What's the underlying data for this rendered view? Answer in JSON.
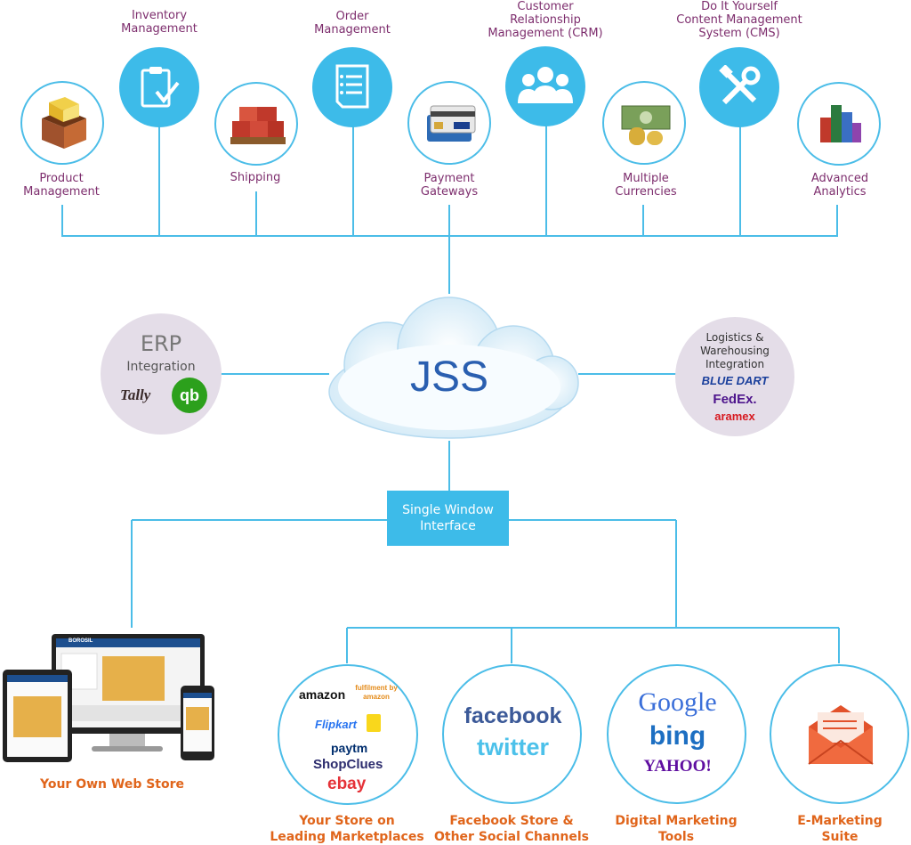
{
  "top_items": [
    {
      "id": "product",
      "lines": [
        "Product",
        "Management"
      ],
      "icon": "open-box-icon"
    },
    {
      "id": "inventory",
      "lines": [
        "Inventory",
        "Management"
      ],
      "icon": "clipboard-check-icon"
    },
    {
      "id": "shipping",
      "lines": [
        "Shipping"
      ],
      "icon": "pallet-boxes-icon"
    },
    {
      "id": "order",
      "lines": [
        "Order",
        "Management"
      ],
      "icon": "order-document-icon"
    },
    {
      "id": "payment",
      "lines": [
        "Payment",
        "Gateways"
      ],
      "icon": "credit-cards-icon"
    },
    {
      "id": "crm",
      "lines": [
        "Customer",
        "Relationship",
        "Management (CRM)"
      ],
      "icon": "users-group-icon"
    },
    {
      "id": "currencies",
      "lines": [
        "Multiple",
        "Currencies"
      ],
      "icon": "money-coins-icon"
    },
    {
      "id": "cms",
      "lines": [
        "Do It Yourself",
        "Content Management",
        "System (CMS)"
      ],
      "icon": "tools-icon"
    },
    {
      "id": "analytics",
      "lines": [
        "Advanced",
        "Analytics"
      ],
      "icon": "bar-chart-icon"
    }
  ],
  "center": {
    "title": "JSS"
  },
  "erp": {
    "title": "ERP",
    "subtitle": "Integration",
    "brands": [
      "Tally",
      "qb"
    ]
  },
  "logistics": {
    "lines": [
      "Logistics &",
      "Warehousing",
      "Integration"
    ],
    "brands": [
      "BLUE DART",
      "FedEx.",
      "aramex"
    ]
  },
  "single_window": {
    "lines": [
      "Single Window",
      "Interface"
    ]
  },
  "web_store": {
    "label": "Your Own Web Store",
    "brand_text": "BOROSIL"
  },
  "bottom_items": [
    {
      "id": "marketplaces",
      "lines": [
        "Your Store on",
        "Leading Marketplaces"
      ],
      "brands": [
        "amazon",
        "fulfilment by amazon",
        "Flipkart",
        "paytm",
        "ShopClues",
        "ebay"
      ]
    },
    {
      "id": "social",
      "lines": [
        "Facebook Store &",
        "Other Social Channels"
      ],
      "brands": [
        "facebook",
        "twitter"
      ]
    },
    {
      "id": "digital",
      "lines": [
        "Digital Marketing",
        "Tools"
      ],
      "brands": [
        "Google",
        "bing",
        "YAHOO!"
      ]
    },
    {
      "id": "emarketing",
      "lines": [
        "E-Marketing",
        "Suite"
      ],
      "icon": "envelope-icon"
    }
  ],
  "colors": {
    "line": "#4bbde8",
    "accent": "#3dbbe9",
    "top_label": "#7d2d6d",
    "bottom_label": "#e0651b",
    "jss_text": "#2a5fb0"
  }
}
